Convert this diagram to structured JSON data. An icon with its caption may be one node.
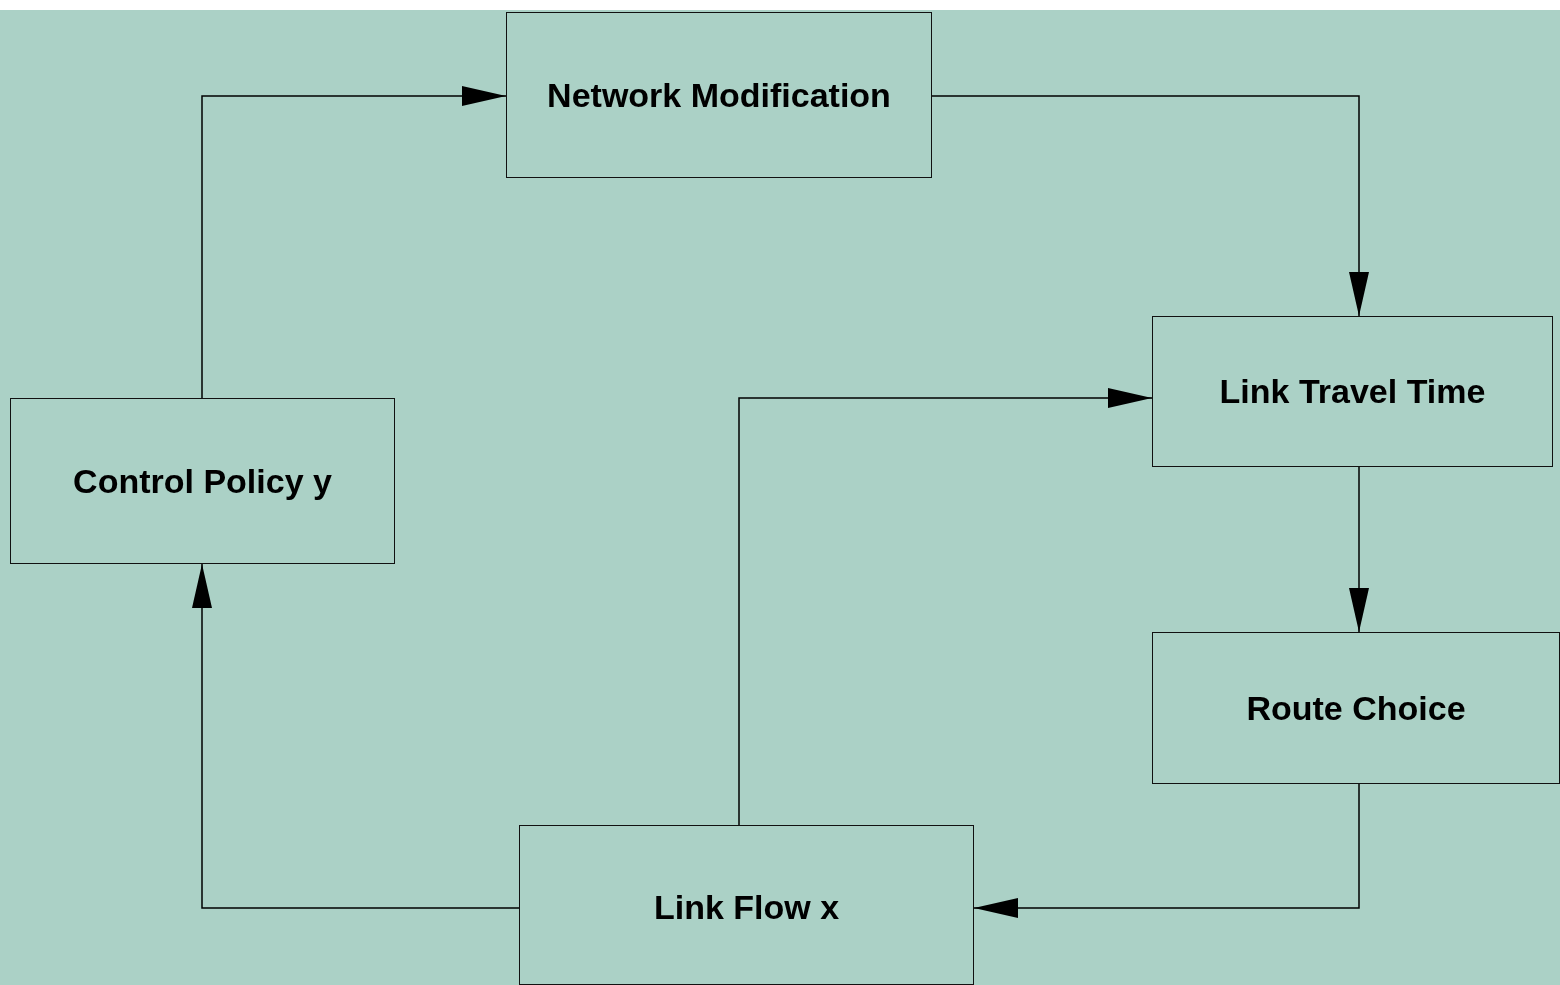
{
  "diagram": {
    "nodes": [
      {
        "text": [
          "Network Modification"
        ]
      },
      {
        "text": [
          "Link Travel Time"
        ]
      },
      {
        "text": [
          "Control Policy y"
        ]
      },
      {
        "text": [
          "Route Choice"
        ]
      },
      {
        "text": [
          "Link Flow x"
        ]
      }
    ],
    "edges": [
      {
        "from": 2,
        "to": 0,
        "arrow": "to"
      },
      {
        "from": 0,
        "to": 1,
        "arrow": "to"
      },
      {
        "from": 1,
        "to": 3,
        "arrow": "to"
      },
      {
        "from": 3,
        "to": 4,
        "arrow": "to"
      },
      {
        "from": 4,
        "to": 1,
        "arrow": "to"
      },
      {
        "from": 4,
        "to": 2,
        "arrow": "to"
      }
    ]
  }
}
